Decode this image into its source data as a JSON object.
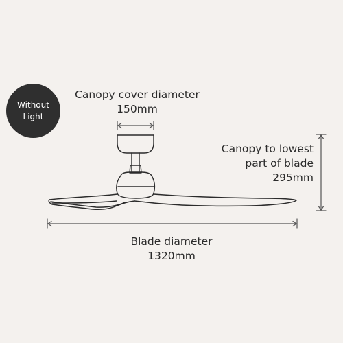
{
  "badge": {
    "line1": "Without",
    "line2": "Light"
  },
  "canopy_cover": {
    "title": "Canopy cover diameter",
    "value": "150mm"
  },
  "canopy_to_blade": {
    "line1": "Canopy to lowest",
    "line2": "part of blade",
    "value": "295mm"
  },
  "blade_diameter": {
    "title": "Blade diameter",
    "value": "1320mm"
  },
  "colors": {
    "background": "#f4f1ee",
    "line": "#2b2b2b",
    "dimension": "#555555",
    "badge": "#2f2f2f"
  }
}
